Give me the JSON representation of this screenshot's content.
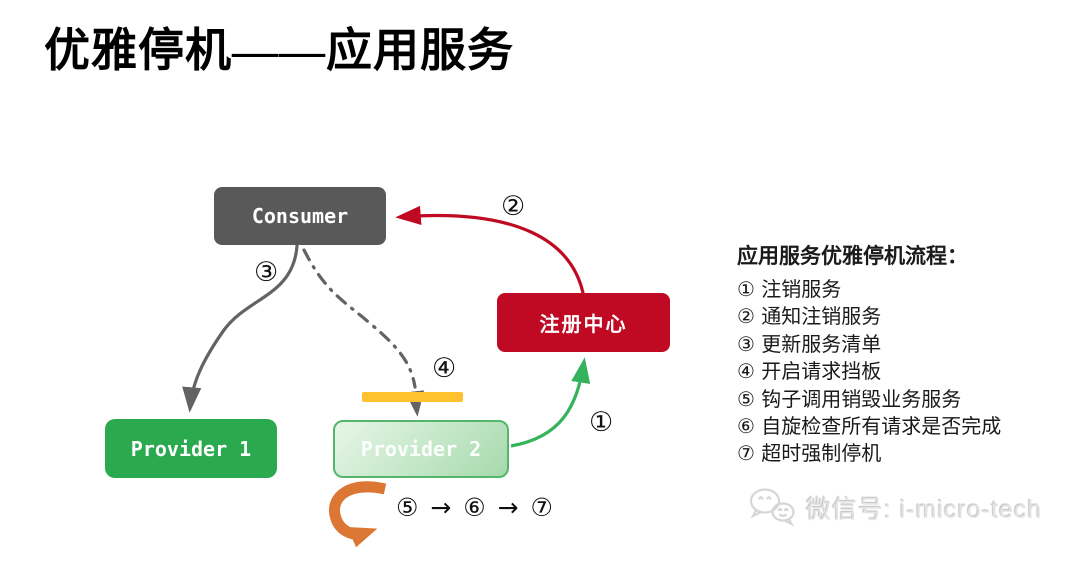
{
  "page": {
    "title": "优雅停机——应用服务"
  },
  "diagram": {
    "nodes": {
      "consumer": {
        "label": "Consumer"
      },
      "registry": {
        "label": "注册中心"
      },
      "provider1": {
        "label": "Provider 1"
      },
      "provider2": {
        "label": "Provider 2"
      }
    },
    "steps": {
      "s1": "①",
      "s2": "②",
      "s3": "③",
      "s4": "④"
    },
    "loop_sequence": "⑤ → ⑥ → ⑦",
    "colors": {
      "consumer_bg": "#595959",
      "registry_bg": "#C00A23",
      "provider1_bg": "#2BA94F",
      "provider2_border": "#54B66B",
      "arrow_red": "#C00A23",
      "arrow_green": "#34B35C",
      "arrow_gray": "#636363",
      "barrier_yellow": "#FFC12E",
      "loop_orange": "#DC7633"
    }
  },
  "legend": {
    "header": "应用服务优雅停机流程：",
    "items": [
      "① 注销服务",
      "② 通知注销服务",
      "③ 更新服务清单",
      "④ 开启请求挡板",
      "⑤ 钩子调用销毁业务服务",
      "⑥ 自旋检查所有请求是否完成",
      "⑦ 超时强制停机"
    ]
  },
  "watermark": {
    "label": "微信号: i-micro-tech"
  }
}
